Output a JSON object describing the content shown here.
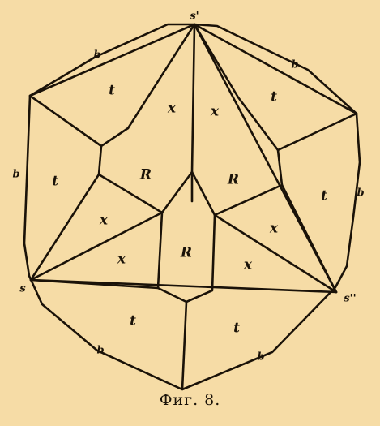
{
  "caption": "Фиг. 8.",
  "labels": {
    "b_top_left": "b",
    "b_top_right": "b",
    "b_left": "b",
    "b_right": "b",
    "b_bottom_left": "b",
    "b_bottom_right": "b",
    "t_top_left": "t",
    "t_top_right": "t",
    "t_left": "t",
    "t_right": "t",
    "t_bottom_left": "t",
    "t_bottom_right": "t",
    "x_top_left": "x",
    "x_top_right": "x",
    "x_left_upper": "x",
    "x_left_lower": "x",
    "x_right_upper": "x",
    "x_right_lower": "x",
    "R_left": "R",
    "R_right": "R",
    "R_bottom": "R",
    "s_top": "s'",
    "s_left": "s",
    "s_right": "s''"
  },
  "colors": {
    "paper": "#f6dca6",
    "ink": "#1a1208"
  }
}
